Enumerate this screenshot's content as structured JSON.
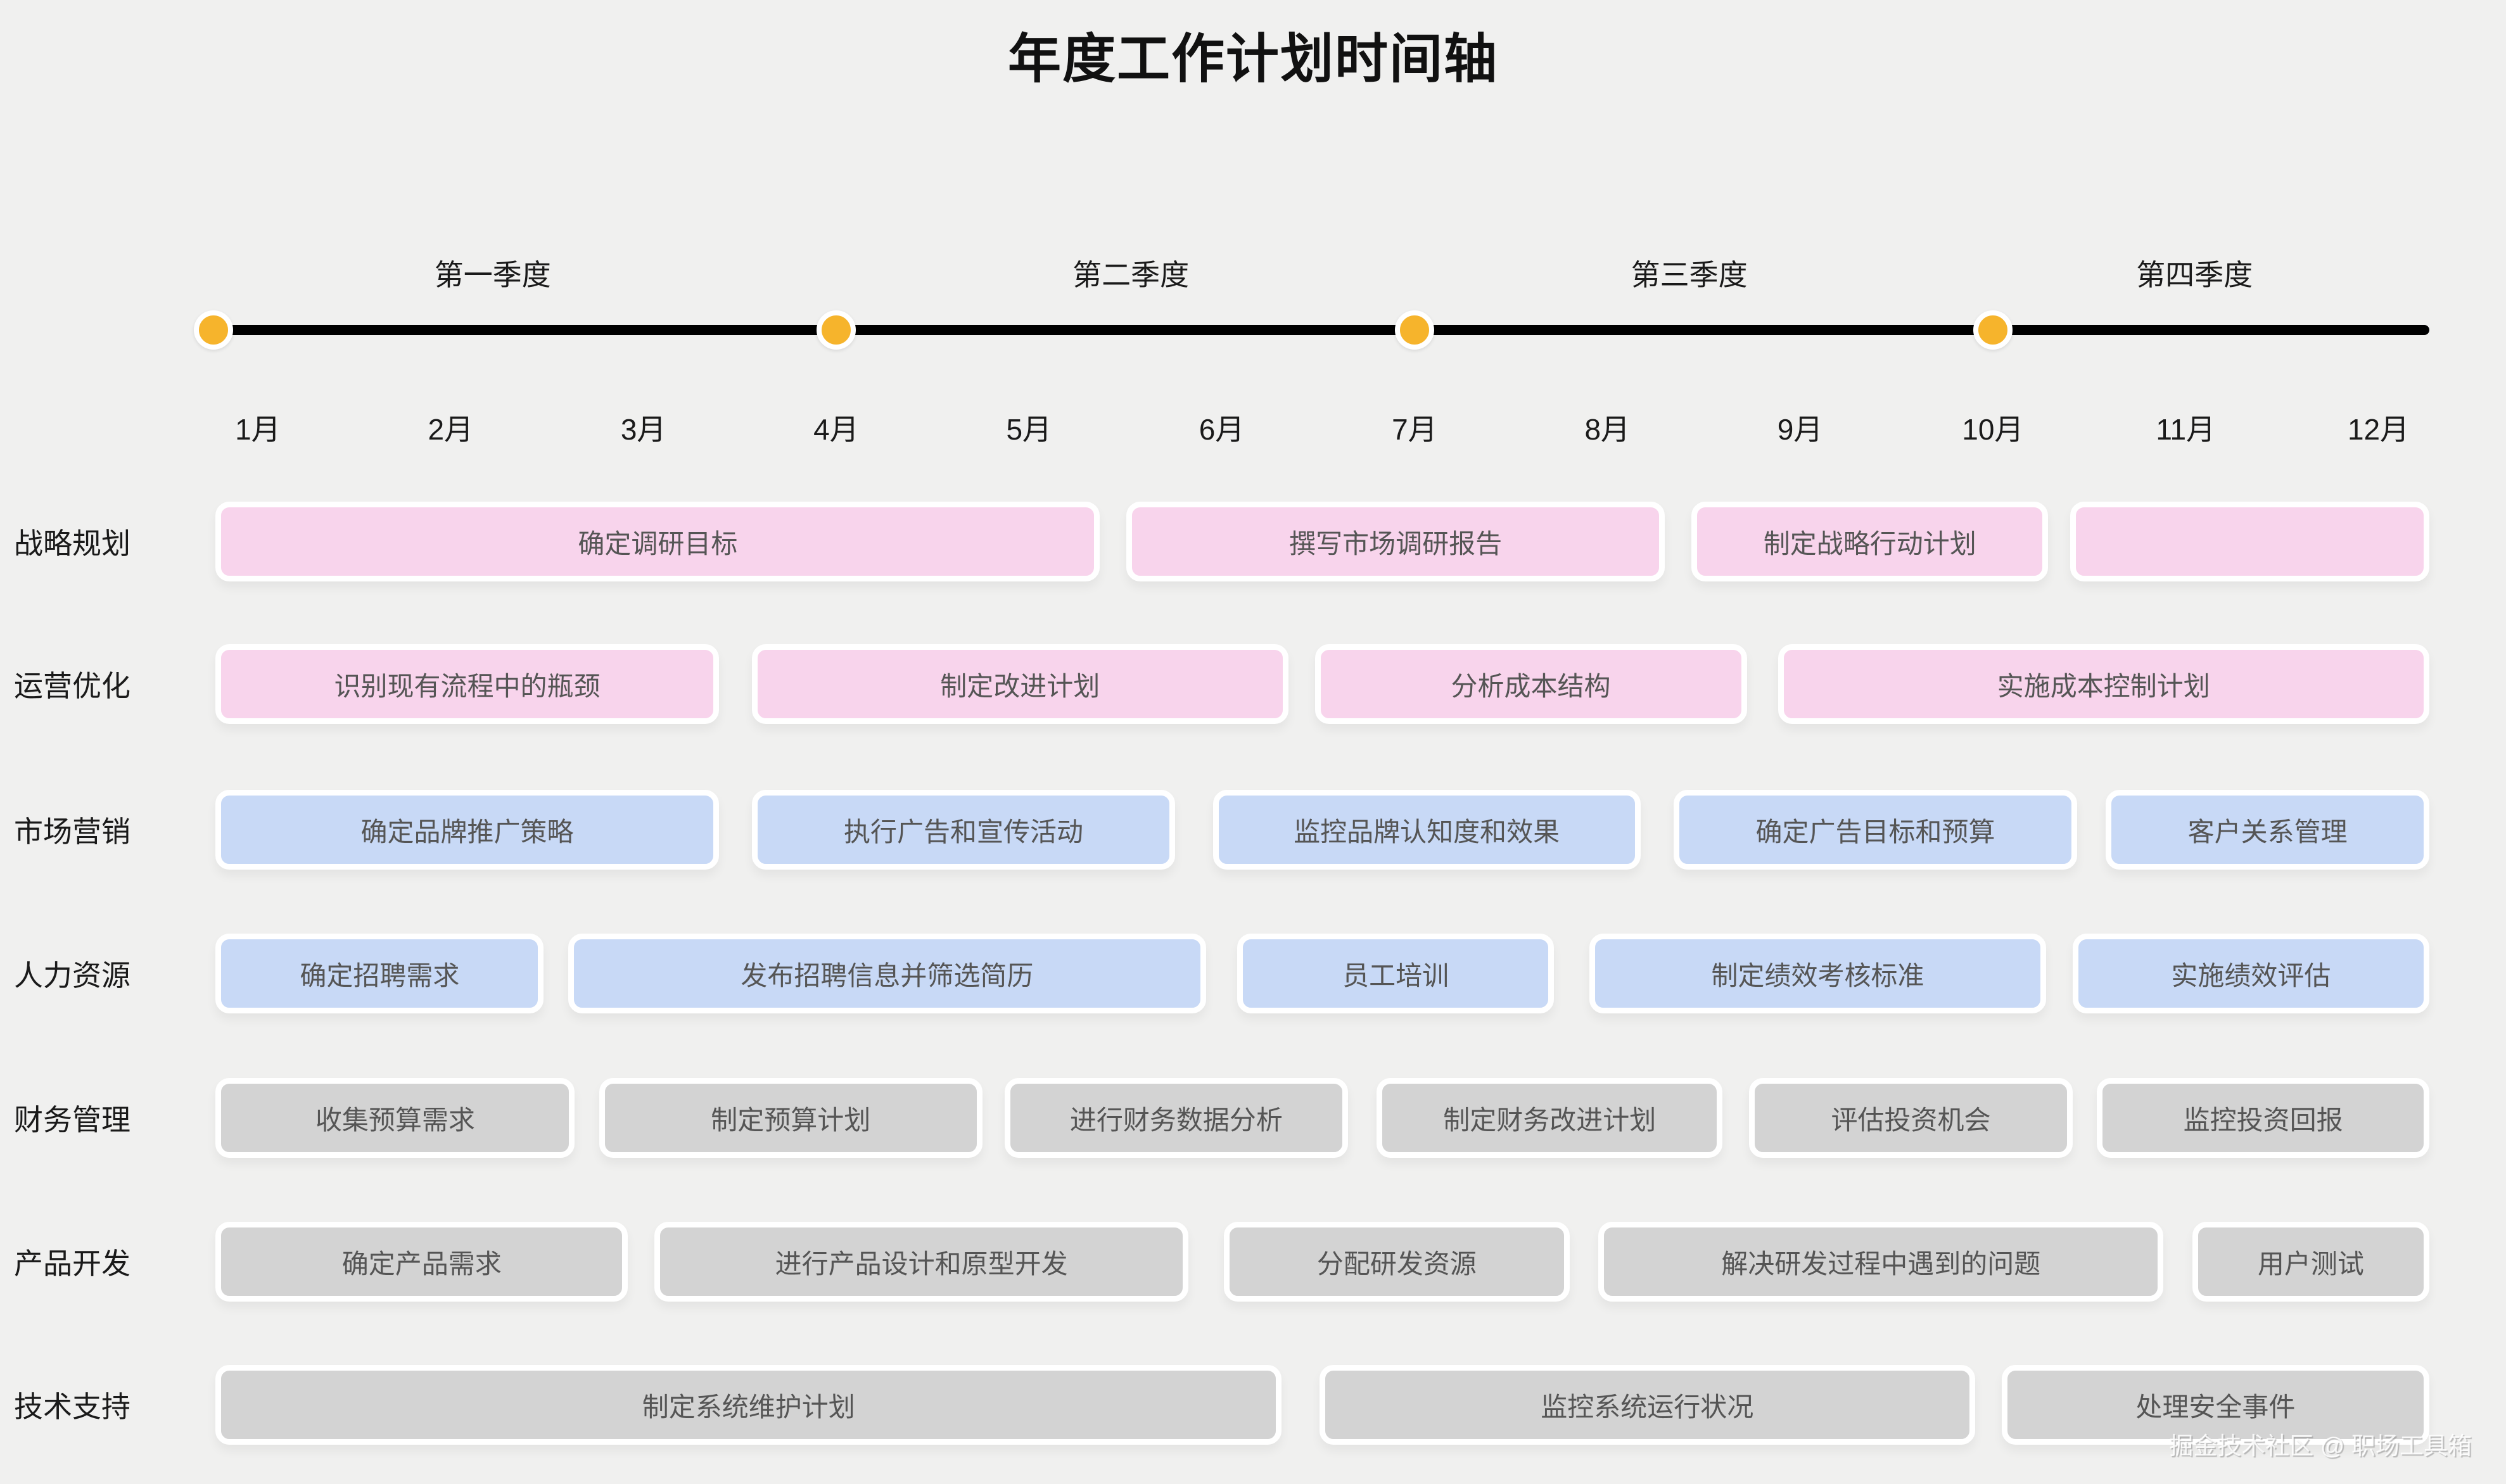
{
  "page": {
    "title": "年度工作计划时间轴",
    "watermark": "掘金技术社区 @ 职场工具箱"
  },
  "colors": {
    "background": "#f0f0ef",
    "timeline_line": "#000000",
    "milestone_dot": "#f6b42c",
    "milestone_ring": "#ffffff",
    "bar_border": "#ffffff",
    "bar_text": "#555555",
    "label_text": "#1a1a1a",
    "palette": {
      "pink": "#f8d4ec",
      "blue": "#c8d9f6",
      "gray": "#d3d3d3"
    }
  },
  "chart_data": {
    "type": "timeline-gantt",
    "title": "年度工作计划时间轴",
    "axis": "months 1-12 across one year, four quarter milestones on a horizontal timeline",
    "quarters": [
      {
        "label": "第一季度",
        "center_pct": 12.6
      },
      {
        "label": "第二季度",
        "center_pct": 41.4
      },
      {
        "label": "第三季度",
        "center_pct": 66.6
      },
      {
        "label": "第四季度",
        "center_pct": 89.4
      }
    ],
    "months": [
      {
        "label": "1月",
        "center_pct": 2.0
      },
      {
        "label": "2月",
        "center_pct": 10.7
      },
      {
        "label": "3月",
        "center_pct": 19.4
      },
      {
        "label": "4月",
        "center_pct": 28.1
      },
      {
        "label": "5月",
        "center_pct": 36.8
      },
      {
        "label": "6月",
        "center_pct": 45.5
      },
      {
        "label": "7月",
        "center_pct": 54.2
      },
      {
        "label": "8月",
        "center_pct": 62.9
      },
      {
        "label": "9月",
        "center_pct": 71.6
      },
      {
        "label": "10月",
        "center_pct": 80.3
      },
      {
        "label": "11月",
        "center_pct": 89.0
      },
      {
        "label": "12月",
        "center_pct": 97.7
      }
    ],
    "milestones_pct": [
      0,
      28.1,
      54.2,
      80.3
    ],
    "rows": [
      {
        "label": "战略规划",
        "color": "pink",
        "bars": [
          {
            "label": "确定调研目标",
            "left_pct": 0.1,
            "width_pct": 39.9
          },
          {
            "label": "撰写市场调研报告",
            "left_pct": 41.2,
            "width_pct": 24.3
          },
          {
            "label": "制定战略行动计划",
            "left_pct": 66.7,
            "width_pct": 16.1
          },
          {
            "label": "",
            "left_pct": 83.8,
            "width_pct": 16.2
          }
        ]
      },
      {
        "label": "运营优化",
        "color": "pink",
        "bars": [
          {
            "label": "识别现有流程中的瓶颈",
            "left_pct": 0.1,
            "width_pct": 22.7
          },
          {
            "label": "制定改进计划",
            "left_pct": 24.3,
            "width_pct": 24.2
          },
          {
            "label": "分析成本结构",
            "left_pct": 49.7,
            "width_pct": 19.5
          },
          {
            "label": "实施成本控制计划",
            "left_pct": 70.6,
            "width_pct": 29.4
          }
        ]
      },
      {
        "label": "市场营销",
        "color": "blue",
        "bars": [
          {
            "label": "确定品牌推广策略",
            "left_pct": 0.1,
            "width_pct": 22.7
          },
          {
            "label": "执行广告和宣传活动",
            "left_pct": 24.3,
            "width_pct": 19.1
          },
          {
            "label": "监控品牌认知度和效果",
            "left_pct": 45.1,
            "width_pct": 19.3
          },
          {
            "label": "确定广告目标和预算",
            "left_pct": 65.9,
            "width_pct": 18.2
          },
          {
            "label": "客户关系管理",
            "left_pct": 85.4,
            "width_pct": 14.6
          }
        ]
      },
      {
        "label": "人力资源",
        "color": "blue",
        "bars": [
          {
            "label": "确定招聘需求",
            "left_pct": 0.1,
            "width_pct": 14.8
          },
          {
            "label": "发布招聘信息并筛选简历",
            "left_pct": 16.0,
            "width_pct": 28.8
          },
          {
            "label": "员工培训",
            "left_pct": 46.2,
            "width_pct": 14.3
          },
          {
            "label": "制定绩效考核标准",
            "left_pct": 62.1,
            "width_pct": 20.6
          },
          {
            "label": "实施绩效评估",
            "left_pct": 83.9,
            "width_pct": 16.1
          }
        ]
      },
      {
        "label": "财务管理",
        "color": "gray",
        "bars": [
          {
            "label": "收集预算需求",
            "left_pct": 0.1,
            "width_pct": 16.2
          },
          {
            "label": "制定预算计划",
            "left_pct": 17.4,
            "width_pct": 17.3
          },
          {
            "label": "进行财务数据分析",
            "left_pct": 35.7,
            "width_pct": 15.5
          },
          {
            "label": "制定财务改进计划",
            "left_pct": 52.5,
            "width_pct": 15.6
          },
          {
            "label": "评估投资机会",
            "left_pct": 69.3,
            "width_pct": 14.6
          },
          {
            "label": "监控投资回报",
            "left_pct": 85.0,
            "width_pct": 15.0
          }
        ]
      },
      {
        "label": "产品开发",
        "color": "gray",
        "bars": [
          {
            "label": "确定产品需求",
            "left_pct": 0.1,
            "width_pct": 18.6
          },
          {
            "label": "进行产品设计和原型开发",
            "left_pct": 19.9,
            "width_pct": 24.1
          },
          {
            "label": "分配研发资源",
            "left_pct": 45.6,
            "width_pct": 15.6
          },
          {
            "label": "解决研发过程中遇到的问题",
            "left_pct": 62.5,
            "width_pct": 25.5
          },
          {
            "label": "用户测试",
            "left_pct": 89.3,
            "width_pct": 10.7
          }
        ]
      },
      {
        "label": "技术支持",
        "color": "gray",
        "bars": [
          {
            "label": "制定系统维护计划",
            "left_pct": 0.1,
            "width_pct": 48.1
          },
          {
            "label": "监控系统运行状况",
            "left_pct": 49.9,
            "width_pct": 29.6
          },
          {
            "label": "处理安全事件",
            "left_pct": 80.7,
            "width_pct": 19.3
          }
        ]
      }
    ]
  }
}
